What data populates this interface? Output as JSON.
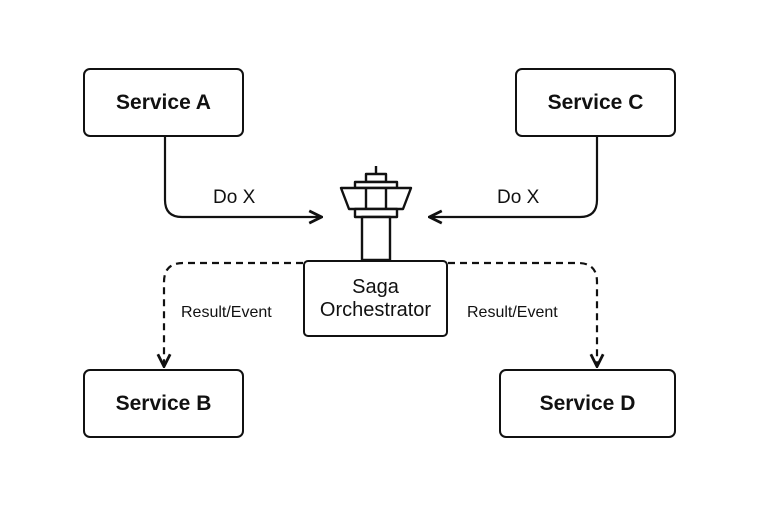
{
  "services": {
    "a": "Service A",
    "b": "Service B",
    "c": "Service C",
    "d": "Service D"
  },
  "orchestrator": {
    "line1": "Saga",
    "line2": "Orchestrator",
    "icon": "control-tower-icon"
  },
  "edges": {
    "command_left": "Do X",
    "command_right": "Do X",
    "result_left": "Result/Event",
    "result_right": "Result/Event"
  }
}
